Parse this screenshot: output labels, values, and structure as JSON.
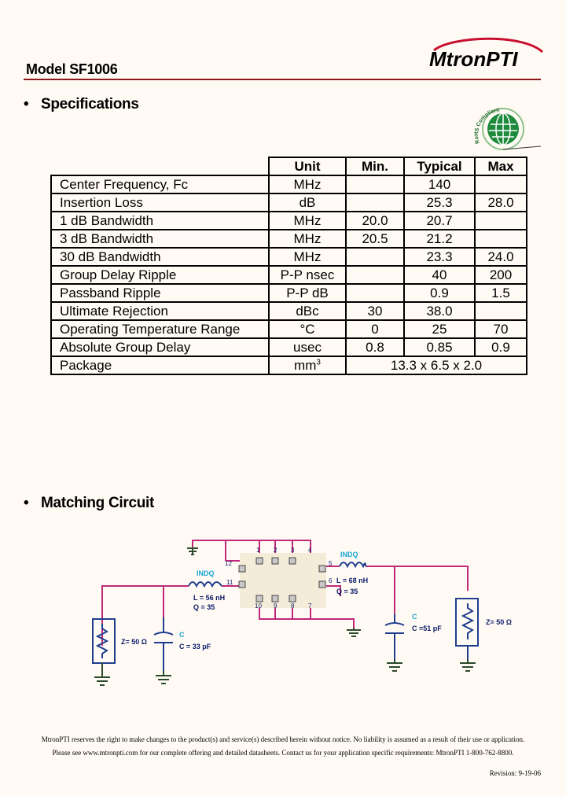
{
  "header": {
    "model_title": "Model SF1006",
    "logo_text": "MtronPTI"
  },
  "specifications": {
    "heading": "Specifications",
    "bullet": "•",
    "rohs_text": "RoHS Compliant",
    "columns": [
      "Unit",
      "Min.",
      "Typical",
      "Max"
    ],
    "rows": [
      {
        "parameter": "Center Frequency, Fc",
        "unit": "MHz",
        "min": "",
        "typical": "140",
        "max": ""
      },
      {
        "parameter": "Insertion Loss",
        "unit": "dB",
        "min": "",
        "typical": "25.3",
        "max": "28.0"
      },
      {
        "parameter": "1 dB Bandwidth",
        "unit": "MHz",
        "min": "20.0",
        "typical": "20.7",
        "max": ""
      },
      {
        "parameter": "3 dB Bandwidth",
        "unit": "MHz",
        "min": "20.5",
        "typical": "21.2",
        "max": ""
      },
      {
        "parameter": "30 dB Bandwidth",
        "unit": "MHz",
        "min": "",
        "typical": "23.3",
        "max": "24.0"
      },
      {
        "parameter": "Group Delay Ripple",
        "unit": "P-P nsec",
        "min": "",
        "typical": "40",
        "max": "200"
      },
      {
        "parameter": "Passband Ripple",
        "unit": "P-P dB",
        "min": "",
        "typical": "0.9",
        "max": "1.5"
      },
      {
        "parameter": "Ultimate Rejection",
        "unit": "dBc",
        "min": "30",
        "typical": "38.0",
        "max": ""
      },
      {
        "parameter": "Operating Temperature Range",
        "unit": "°C",
        "min": "0",
        "typical": "25",
        "max": "70"
      },
      {
        "parameter": "Absolute Group Delay",
        "unit": "usec",
        "min": "0.8",
        "typical": "0.85",
        "max": "0.9"
      }
    ],
    "package_row": {
      "parameter": "Package",
      "unit_base": "mm",
      "unit_exp": "3",
      "value": "13.3 x 6.5 x 2.0"
    }
  },
  "matching_circuit": {
    "heading": "Matching Circuit",
    "bullet": "•",
    "left_inductor": {
      "label": "INDQ",
      "value": "L = 56 nH",
      "q": "Q = 35"
    },
    "right_inductor": {
      "label": "INDQ",
      "value": "L = 68 nH",
      "q": "Q = 35"
    },
    "left_cap": {
      "label": "C",
      "value": "C = 33 pF"
    },
    "right_cap": {
      "label": "C",
      "value": "C =51 pF"
    },
    "left_port": {
      "label": "Z= 50 Ω"
    },
    "right_port": {
      "label": "Z= 50 Ω"
    },
    "pins_top": [
      "1",
      "2",
      "3",
      "4"
    ],
    "pins_bottom": [
      "10",
      "9",
      "8",
      "7"
    ],
    "pins_left": [
      "12",
      "11"
    ],
    "pins_right": [
      "5",
      "6"
    ],
    "colors": {
      "wire": "#c0287a",
      "part": "#1f3e8f",
      "label": "#1aa6d8",
      "text": "#0b1a6b",
      "ground": "#2a4a2a"
    }
  },
  "footer": {
    "line1": "MtronPTI reserves the right to make changes to the product(s) and service(s) described herein without notice. No liability is assumed as a result of their use or application.",
    "line2": "Please see www.mtronpti.com for our complete offering and detailed datasheets. Contact us for your application specific requirements: MtronPTI 1-800-762-8800.",
    "revision": "Revision: 9-19-06"
  }
}
